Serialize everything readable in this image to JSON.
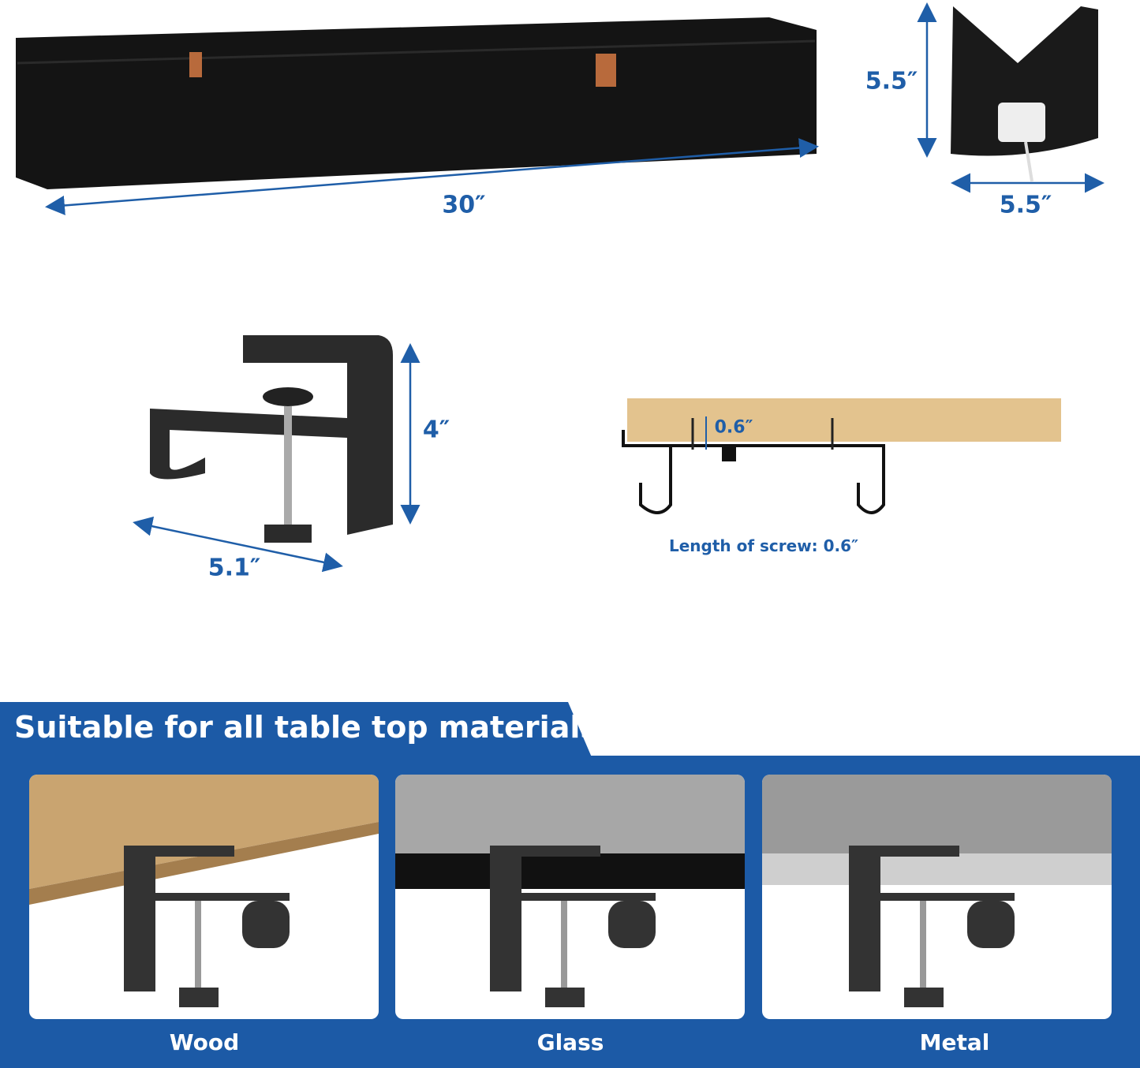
{
  "dimensions": {
    "tray_length": "30″",
    "tray_height": "5.5″",
    "tray_width": "5.5″",
    "clamp_height": "4″",
    "clamp_width": "5.1″",
    "screw_short": "0.6″",
    "screw_note": "Length of screw: 0.6″"
  },
  "banner": {
    "title": "Suitable for all table top materials",
    "materials": [
      {
        "label": "Wood"
      },
      {
        "label": "Glass"
      },
      {
        "label": "Metal"
      }
    ]
  },
  "colors": {
    "accent_blue": "#1c5aa6",
    "dimension_text": "#1f5ea8"
  }
}
